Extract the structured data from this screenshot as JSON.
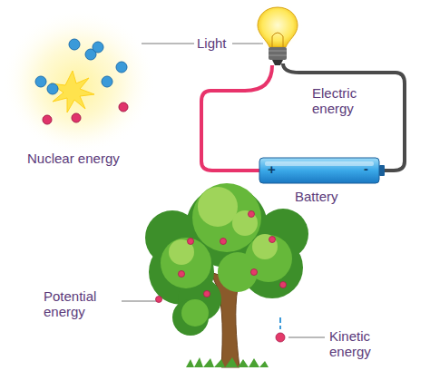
{
  "diagram": {
    "labels": [
      "Light",
      "Nuclear energy",
      "Electric energy",
      "+",
      "-",
      "Battery",
      "Potential energy",
      "Kinetic energy"
    ]
  }
}
